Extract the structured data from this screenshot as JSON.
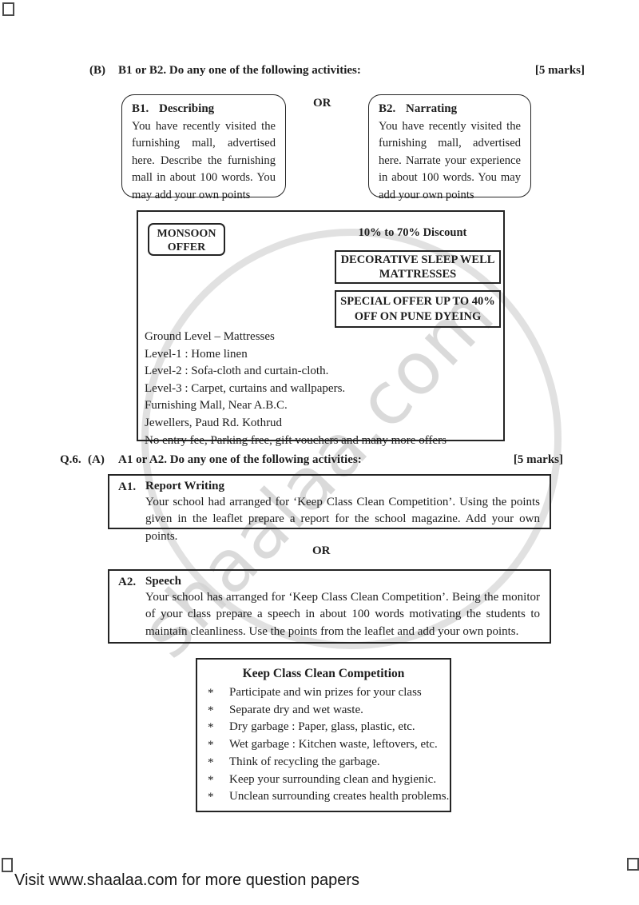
{
  "watermark": {
    "text": "shaalaa.com"
  },
  "section_b": {
    "label": "(B)",
    "heading": "B1 or B2. Do any one of the following activities:",
    "marks": "[5 marks]",
    "or_label": "OR",
    "b1_number": "B1.",
    "b1_title": "Describing",
    "b1_body": "You have recently visited the furnishing mall, advertised here. Describe the furnishing mall in about 100 words. You may add your own points",
    "b2_number": "B2.",
    "b2_title": "Narrating",
    "b2_body": "You have recently visited the furnishing mall, advertised here. Narrate your experience in about 100 words. You may add your own points"
  },
  "advert": {
    "badge": "MONSOON OFFER",
    "discount": "10% to 70% Discount",
    "banner_top": "DECORATIVE SLEEP WELL MATTRESSES",
    "banner_bottom": "SPECIAL OFFER UP TO 40% OFF ON PUNE DYEING",
    "lines": [
      "Ground Level – Mattresses",
      "Level-1 : Home linen",
      "Level-2 : Sofa-cloth and curtain-cloth.",
      "Level-3 : Carpet, curtains and wallpapers.",
      "Furnishing Mall, Near A.B.C.",
      "Jewellers, Paud Rd. Kothrud",
      "No entry fee, Parking free, gift vouchers and many more offers"
    ]
  },
  "section_a": {
    "q_label": "Q.6.",
    "sub_label": "(A)",
    "heading": "A1 or A2. Do any one of the following activities:",
    "marks": "[5 marks]",
    "or_label": "OR",
    "a1_number": "A1.",
    "a1_title": "Report Writing",
    "a1_body": "Your school had arranged for ‘Keep Class Clean Competition’. Using the points given in the leaflet prepare a report for the school magazine. Add your own points.",
    "a2_number": "A2.",
    "a2_title": "Speech",
    "a2_body": "Your school has arranged for ‘Keep Class Clean Competition’. Being the monitor of your class prepare a speech in about 100 words motivating the students to maintain cleanliness. Use the points from the leaflet and add your own points."
  },
  "leaflet": {
    "title": "Keep Class Clean Competition",
    "bullet_char": "*",
    "items": [
      "Participate and win prizes for your class",
      "Separate dry and wet waste.",
      "Dry garbage : Paper, glass, plastic, etc.",
      "Wet garbage : Kitchen waste, leftovers, etc.",
      "Think of recycling the garbage.",
      "Keep your surrounding clean and hygienic.",
      "Unclean surrounding creates health problems."
    ]
  },
  "footer": {
    "text": "Visit www.shaalaa.com for more question papers"
  }
}
